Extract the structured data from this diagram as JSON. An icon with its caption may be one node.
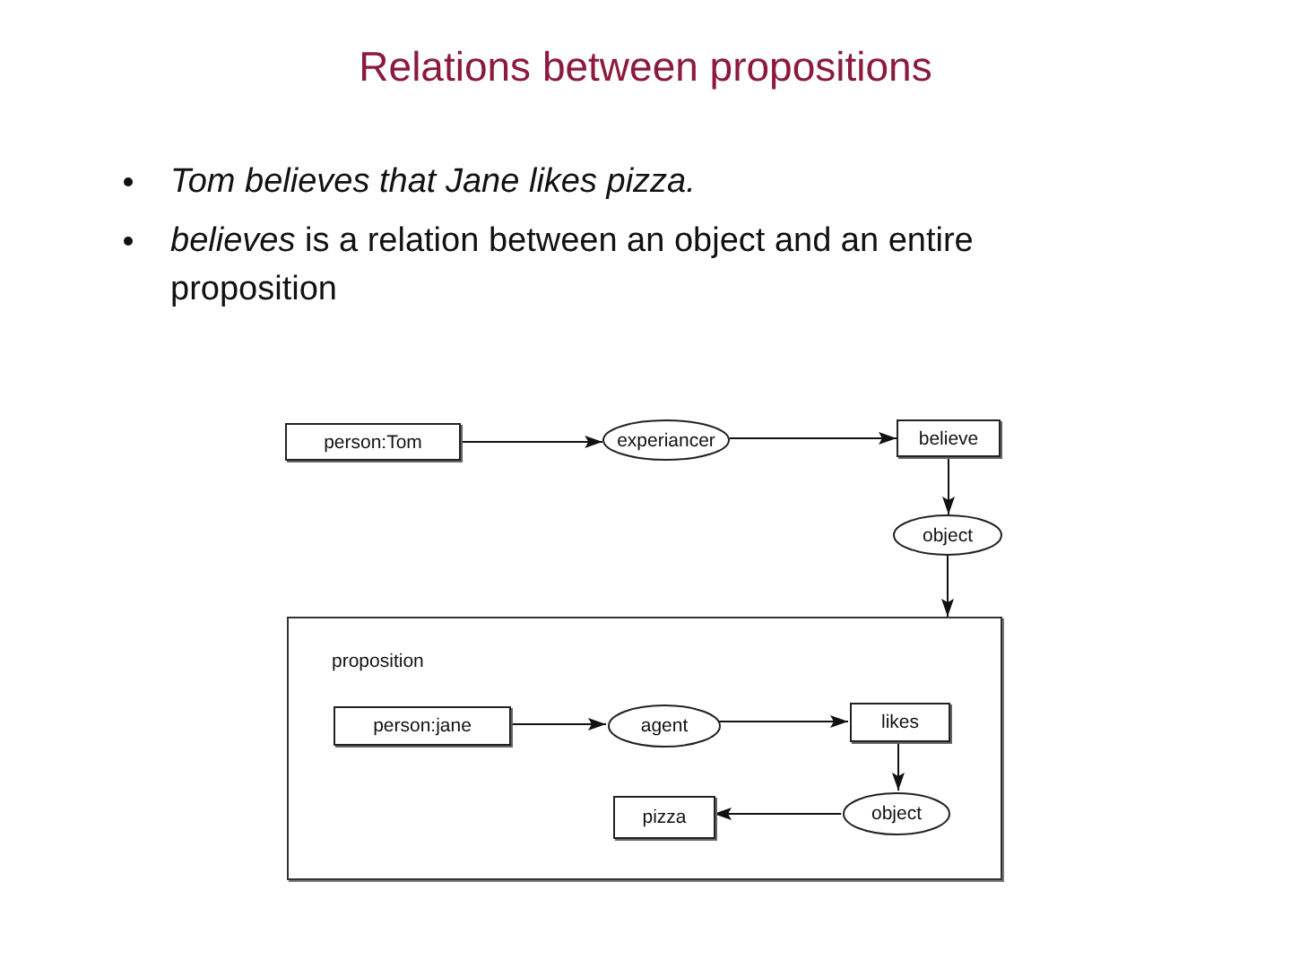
{
  "diagram": {
    "title": "Relations between propositions",
    "nodes": [
      {
        "text": [
          "person:Tom"
        ]
      },
      {
        "text": [
          "experiancer"
        ]
      },
      {
        "text": [
          "believe"
        ]
      },
      {
        "text": [
          "object"
        ]
      },
      {
        "text": [
          "proposition"
        ]
      },
      {
        "text": [
          "person:jane"
        ],
        "in": 4
      },
      {
        "text": [
          "agent"
        ],
        "in": 4
      },
      {
        "text": [
          "likes"
        ],
        "in": 4
      },
      {
        "text": [
          "object"
        ],
        "in": 4
      },
      {
        "text": [
          "pizza"
        ],
        "in": 4
      }
    ],
    "edges": [
      {
        "from": 0,
        "to": 1,
        "arrow": "to"
      },
      {
        "from": 1,
        "to": 2,
        "arrow": "to"
      },
      {
        "from": 2,
        "to": 3,
        "arrow": "to"
      },
      {
        "from": 3,
        "to": 4,
        "arrow": "to"
      },
      {
        "from": 5,
        "to": 6,
        "arrow": "to"
      },
      {
        "from": 6,
        "to": 7,
        "arrow": "to"
      },
      {
        "from": 7,
        "to": 8,
        "arrow": "to"
      },
      {
        "from": 8,
        "to": 9,
        "arrow": "to"
      }
    ],
    "labels": [
      "Tom believes that Jane likes pizza.",
      "*believes* is a relation between an object and an entire proposition"
    ]
  }
}
